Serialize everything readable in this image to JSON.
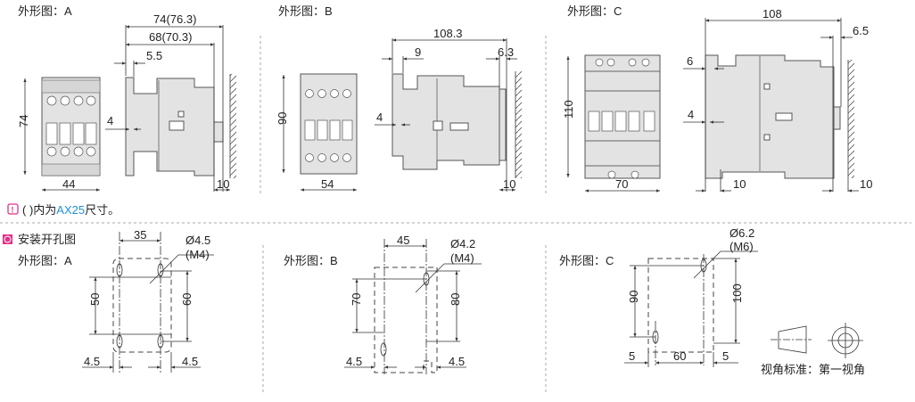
{
  "outline": {
    "A": {
      "title": "外形图：A",
      "overall_depth": "74(76.3)",
      "body_depth": "68(70.3)",
      "rail_offset": "5.5",
      "rail_slot": "4",
      "height": "74",
      "width": "44",
      "wall_gap": "10"
    },
    "B": {
      "title": "外形图：B",
      "overall_depth": "108.3",
      "rail_offset": "9",
      "back_offset": "6.3",
      "rail_slot": "4",
      "height": "90",
      "width": "54",
      "wall_gap": "10"
    },
    "C": {
      "title": "外形图：C",
      "overall_depth": "108",
      "back_offset": "6.5",
      "rail_offset": "6",
      "rail_slot": "4",
      "height": "110",
      "width": "70",
      "rail_gap": "10",
      "wall_gap": "10"
    }
  },
  "note": {
    "icon": "exclamation-icon",
    "prefix": "( )内为",
    "model": "AX25",
    "suffix": "尺寸。",
    "accent": "#1f8fd8",
    "icon_color": "#e0338a"
  },
  "mounting": {
    "title": "安装开孔图",
    "bullet_color": "#e0338a",
    "A": {
      "title": "外形图：A",
      "hole_spacing": "35",
      "hole_dia": "Ø4.5",
      "screw": "(M4)",
      "inner_height": "50",
      "outer_height": "60",
      "left_margin": "4.5",
      "right_margin": "4.5"
    },
    "B": {
      "title": "外形图：B",
      "hole_spacing": "45",
      "hole_dia": "Ø4.2",
      "screw": "(M4)",
      "inner_height": "70",
      "outer_height": "80",
      "left_margin": "4.5",
      "right_margin": "4.5"
    },
    "C": {
      "title": "外形图：C",
      "hole_dia": "Ø6.2",
      "screw": "(M6)",
      "inner_height": "90",
      "outer_height": "100",
      "left_margin": "5",
      "hole_spacing": "60",
      "right_margin": "5"
    }
  },
  "projection": {
    "label": "视角标准：第一视角",
    "icons": [
      "truncated-cone-icon",
      "concentric-circles-icon"
    ]
  }
}
